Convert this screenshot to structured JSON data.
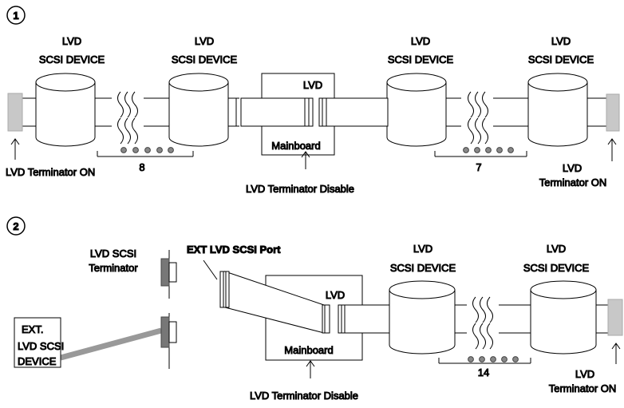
{
  "diagram1": {
    "number": "1",
    "device_title_line1": "LVD",
    "device_title_line2": "SCSI DEVICE",
    "board_label": "LVD",
    "mainboard_label": "Mainboard",
    "left_count": "8",
    "right_count": "7",
    "terminator_left": "LVD Terminator ON",
    "terminator_right_line1": "LVD",
    "terminator_right_line2": "Terminator ON",
    "board_terminator": "LVD Terminator Disable"
  },
  "diagram2": {
    "number": "2",
    "ext_terminator_line1": "LVD SCSI",
    "ext_terminator_line2": "Terminator",
    "ext_port": "EXT LVD SCSI Port",
    "ext_device_line1": "EXT.",
    "ext_device_line2": "LVD SCSI",
    "ext_device_line3": "DEVICE",
    "board_label": "LVD",
    "mainboard_label": "Mainboard",
    "device_title_line1": "LVD",
    "device_title_line2": "SCSI DEVICE",
    "count": "14",
    "board_terminator": "LVD Terminator Disable",
    "terminator_right_line1": "LVD",
    "terminator_right_line2": "Terminator ON"
  },
  "colors": {
    "terminator_fill": "#c8c8c8",
    "dot_fill": "#888888",
    "cable_gray": "#999999",
    "connector_fill": "#777777"
  }
}
